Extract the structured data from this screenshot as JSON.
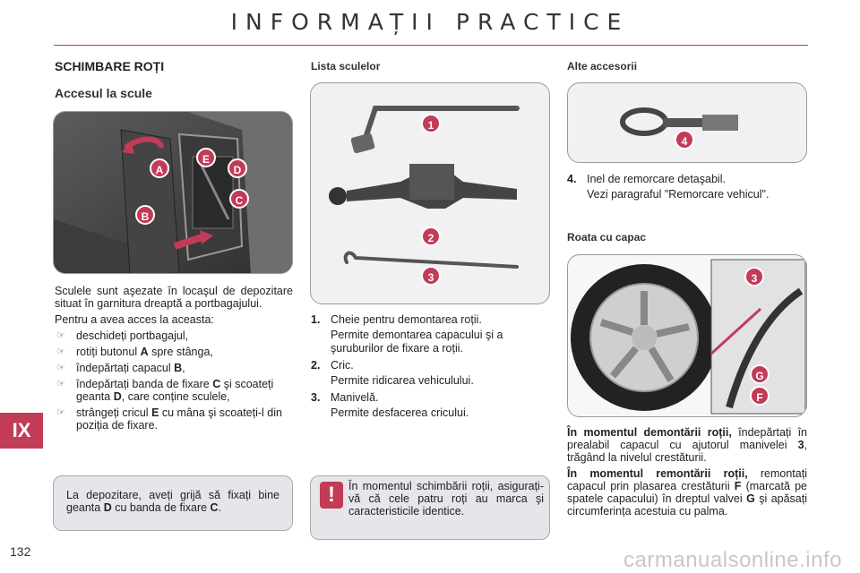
{
  "header": {
    "title": "INFORMAȚII PRACTICE"
  },
  "chapter": {
    "label": "IX"
  },
  "page": {
    "number": "132"
  },
  "left": {
    "section_title": "SCHIMBARE ROȚI",
    "subsection_title": "Accesul la scule",
    "photo_labels": [
      "A",
      "B",
      "C",
      "D",
      "E"
    ],
    "intro": "Sculele sunt aşezate în locaşul de depozitare situat în garnitura dreaptă a portbagajului.",
    "access_intro": "Pentru a avea acces la aceasta:",
    "steps": [
      {
        "pre": "deschideți portbagajul,",
        "bold": "",
        "post": ""
      },
      {
        "pre": "rotiți butonul ",
        "bold": "A",
        "post": " spre stânga,"
      },
      {
        "pre": "îndepărtați capacul ",
        "bold": "B",
        "post": ","
      },
      {
        "pre": "îndepărtați banda de fixare ",
        "bold": "C",
        "post": " şi scoateți geanta ",
        "bold2": "D",
        "post2": ", care conține sculele,"
      },
      {
        "pre": "strângeți cricul ",
        "bold": "E",
        "post": " cu mâna şi scoateți-l din poziția de fixare."
      }
    ],
    "note": {
      "pre": "La depozitare, aveți grijă să fixați bine geanta ",
      "bold": "D",
      "mid": " cu banda de fixare ",
      "bold2": "C",
      "post": "."
    }
  },
  "middle": {
    "title": "Lista sculelor",
    "photo_labels": [
      "1",
      "2",
      "3"
    ],
    "items": [
      {
        "num": "1.",
        "name": "Cheie pentru demontarea roții.",
        "desc": "Permite demontarea capacului şi a şuruburilor de fixare a roții."
      },
      {
        "num": "2.",
        "name": "Cric.",
        "desc": "Permite ridicarea vehiculului."
      },
      {
        "num": "3.",
        "name": "Manivelă.",
        "desc": "Permite desfacerea cricului."
      }
    ],
    "warning": {
      "icon": "!",
      "text": "În momentul schimbării roții, asigurați-vă că cele patru roți au marca şi caracteristicile identice."
    }
  },
  "right": {
    "accessories_title": "Alte accesorii",
    "accessory_label": "4",
    "accessory": {
      "num": "4.",
      "name": "Inel de remorcare detaşabil.",
      "desc": "Vezi paragraful \"Remorcare vehicul\"."
    },
    "wheel_title": "Roata cu capac",
    "wheel_labels": [
      "3",
      "G",
      "F"
    ],
    "removal": {
      "bold": "În momentul demontării roții,",
      "text": " îndepărtați în prealabil capacul cu ajutorul manivelei ",
      "bold2": "3",
      "post": ", trăgând la nivelul crestăturii."
    },
    "refit": {
      "bold": "În momentul remontării roții,",
      "text": " remontați capacul prin plasarea crestăturii ",
      "bold2": "F",
      "mid": " (marcată pe spatele capacului) în dreptul valvei ",
      "bold3": "G",
      "post": " şi apăsați circumferința acestuia cu palma."
    }
  },
  "watermark": {
    "text": "carmanualsonline.info"
  },
  "colors": {
    "accent": "#c23b57",
    "note_bg": "#e6e6ea"
  }
}
